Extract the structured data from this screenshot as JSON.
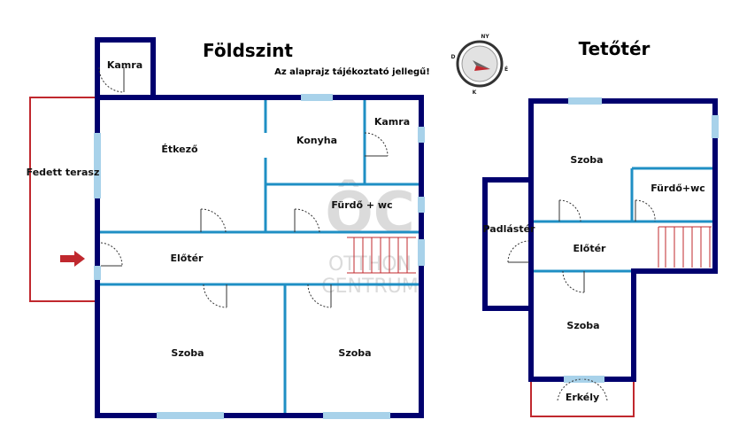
{
  "titles": {
    "ground_floor": "Földszint",
    "attic": "Tetőtér",
    "disclaimer": "Az alaprajz tájékoztató jellegű!"
  },
  "ground_rooms": {
    "pantry_top": "Kamra",
    "covered_terrace": "Fedett terasz",
    "dining": "Étkező",
    "kitchen": "Konyha",
    "pantry_right": "Kamra",
    "bathroom": "Fürdő + wc",
    "hall": "Előtér",
    "room_left": "Szoba",
    "room_right": "Szoba"
  },
  "attic_rooms": {
    "room_top": "Szoba",
    "bathroom": "Fürdő+wc",
    "loft": "Padlástér",
    "hall": "Előtér",
    "room_bottom": "Szoba",
    "balcony": "Erkély"
  },
  "compass": {
    "labels": [
      "É",
      "K",
      "D",
      "NY"
    ]
  },
  "watermark": {
    "initials": "ÔC",
    "line1": "OTTHON",
    "line2": "CENTRUM"
  },
  "colors": {
    "exterior_wall": "#00006e",
    "interior_wall": "#1f8fc4",
    "terrace_outline": "#c0282e",
    "window": "#a8d2ea",
    "entrance_arrow": "#c0282e"
  }
}
